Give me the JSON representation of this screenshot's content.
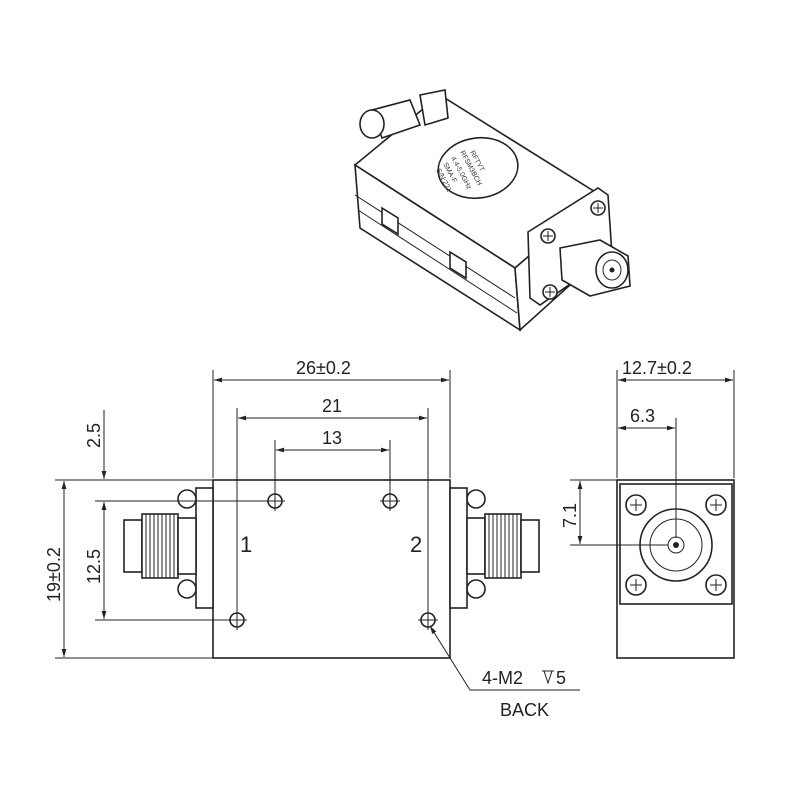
{
  "isometric": {
    "brand": "RFTYT",
    "label_lines": [
      "RFSM3BCH",
      "4.4-5.0GHz",
      "SMA-F",
      "S/N:221"
    ]
  },
  "front_view": {
    "width_dim": "26±0.2",
    "hole_span_dim": "21",
    "inner_span_dim": "13",
    "top_offset_dim": "2.5",
    "height_dim": "19±0.2",
    "hole_pitch_dim": "12.5",
    "port1": "1",
    "port2": "2",
    "hole_note": "4-M2",
    "hole_depth": "5",
    "back_note": "BACK"
  },
  "side_view": {
    "width_dim": "12.7±0.2",
    "center_x_dim": "6.3",
    "center_y_dim": "7.1"
  }
}
